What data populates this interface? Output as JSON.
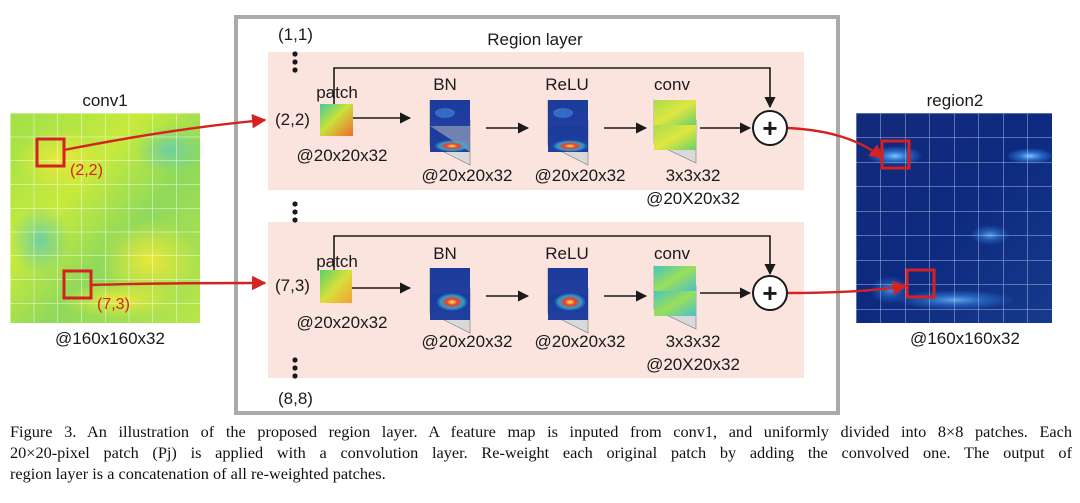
{
  "figure": {
    "conv1": {
      "title": "conv1",
      "size": "@160x160x32",
      "patch_a": "(2,2)",
      "patch_b": "(7,3)"
    },
    "region2": {
      "title": "region2",
      "size": "@160x160x32"
    },
    "region_layer": {
      "title": "Region layer",
      "index_first": "(1,1)",
      "index_last": "(8,8)",
      "rows": [
        {
          "index": "(2,2)",
          "patch_label": "patch",
          "patch_size": "@20x20x32",
          "bn_label": "BN",
          "bn_size": "@20x20x32",
          "relu_label": "ReLU",
          "relu_size": "@20x20x32",
          "conv_label": "conv",
          "conv_kernel": "3x3x32",
          "conv_size": "@20X20x32",
          "sum_symbol": "+"
        },
        {
          "index": "(7,3)",
          "patch_label": "patch",
          "patch_size": "@20x20x32",
          "bn_label": "BN",
          "bn_size": "@20x20x32",
          "relu_label": "ReLU",
          "relu_size": "@20x20x32",
          "conv_label": "conv",
          "conv_kernel": "3x3x32",
          "conv_size": "@20X20x32",
          "sum_symbol": "+"
        }
      ]
    }
  },
  "caption": {
    "line1": "Figure 3. An illustration of the proposed region layer. A feature map is inputed from conv1, and uniformly divided into 8×8 patches. Each",
    "line2": "20×20-pixel patch (Pj) is applied with a convolution layer. Re-weight each original patch by adding the convolved one. The output of",
    "line3": "region layer is a concatenation of all re-weighted patches."
  },
  "colors": {
    "accent_red": "#d42222",
    "row_background": "#fbe3de",
    "frame": "#aaaaaa"
  }
}
